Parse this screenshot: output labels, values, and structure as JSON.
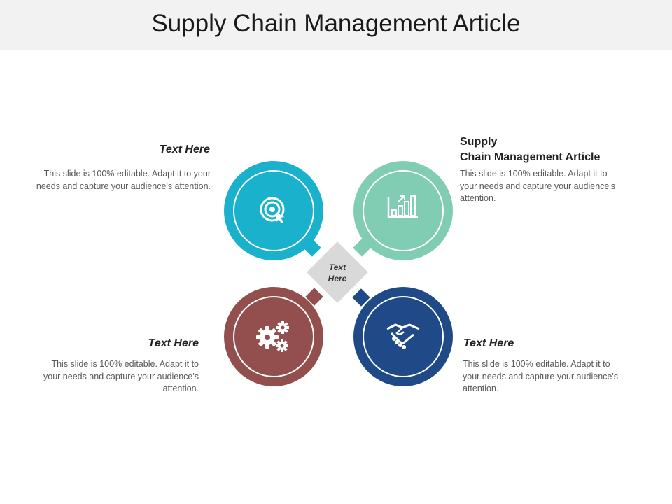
{
  "title": "Supply Chain Management Article",
  "center_label": "Text Here",
  "blocks": {
    "top_left": {
      "heading": "Text Here",
      "body": "This slide is 100% editable. Adapt it to your needs and capture your audience's attention.",
      "color": "#19b1cc",
      "icon": "target-icon"
    },
    "top_right": {
      "heading_line1": "Supply",
      "heading_line2": "Chain Management Article",
      "body": "This slide is 100% editable. Adapt it to your needs and capture your audience's attention.",
      "color": "#80cdb4",
      "icon": "bar-chart-growth-icon"
    },
    "bottom_left": {
      "heading": "Text Here",
      "body": "This slide is 100% editable. Adapt it to your needs and capture your audience's attention.",
      "color": "#924f4d",
      "icon": "gears-icon"
    },
    "bottom_right": {
      "heading": "Text Here",
      "body": "This slide is 100% editable. Adapt it to your needs and capture your audience's attention.",
      "color": "#1f4987",
      "icon": "handshake-icon"
    }
  }
}
